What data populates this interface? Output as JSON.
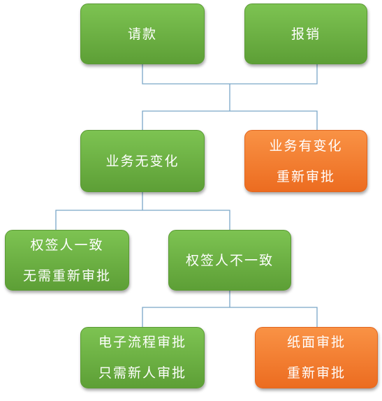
{
  "nodes": {
    "request_payment": {
      "lines": [
        "请款"
      ]
    },
    "reimbursement": {
      "lines": [
        "报销"
      ]
    },
    "no_business_change": {
      "lines": [
        "业务无变化"
      ]
    },
    "business_change": {
      "lines": [
        "业务有变化",
        "重新审批"
      ]
    },
    "signer_consistent": {
      "lines": [
        "权签人一致",
        "无需重新审批"
      ]
    },
    "signer_inconsistent": {
      "lines": [
        "权签人不一致"
      ]
    },
    "electronic_flow": {
      "lines": [
        "电子流程审批",
        "只需新人审批"
      ]
    },
    "paper_approval": {
      "lines": [
        "纸面审批",
        "重新审批"
      ]
    }
  },
  "colors": {
    "green": "#6aad42",
    "orange": "#f27b2d",
    "connector": "#7aa6c8"
  }
}
